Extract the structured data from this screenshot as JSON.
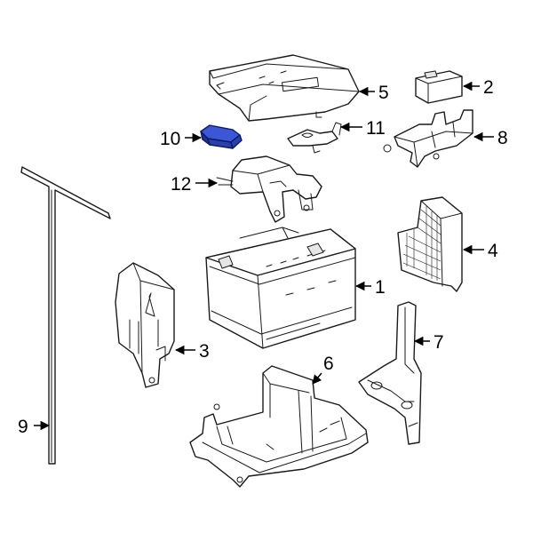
{
  "colors": {
    "highlight": "#3b57d6",
    "highlight_dark": "#1e2f8f",
    "line": "#1a1a1a"
  },
  "callouts": [
    {
      "id": "1",
      "label": "1",
      "part": "battery"
    },
    {
      "id": "2",
      "label": "2",
      "part": "small-fuse-box"
    },
    {
      "id": "3",
      "label": "3",
      "part": "side-bracket"
    },
    {
      "id": "4",
      "label": "4",
      "part": "insulation-cover"
    },
    {
      "id": "5",
      "label": "5",
      "part": "battery-cover"
    },
    {
      "id": "6",
      "label": "6",
      "part": "battery-tray"
    },
    {
      "id": "7",
      "label": "7",
      "part": "tray-support-bracket"
    },
    {
      "id": "8",
      "label": "8",
      "part": "mount-bracket"
    },
    {
      "id": "9",
      "label": "9",
      "part": "vent-hose"
    },
    {
      "id": "10",
      "label": "10",
      "part": "terminal-cover-highlighted"
    },
    {
      "id": "11",
      "label": "11",
      "part": "negative-cable-clamp"
    },
    {
      "id": "12",
      "label": "12",
      "part": "positive-terminal-box"
    }
  ]
}
